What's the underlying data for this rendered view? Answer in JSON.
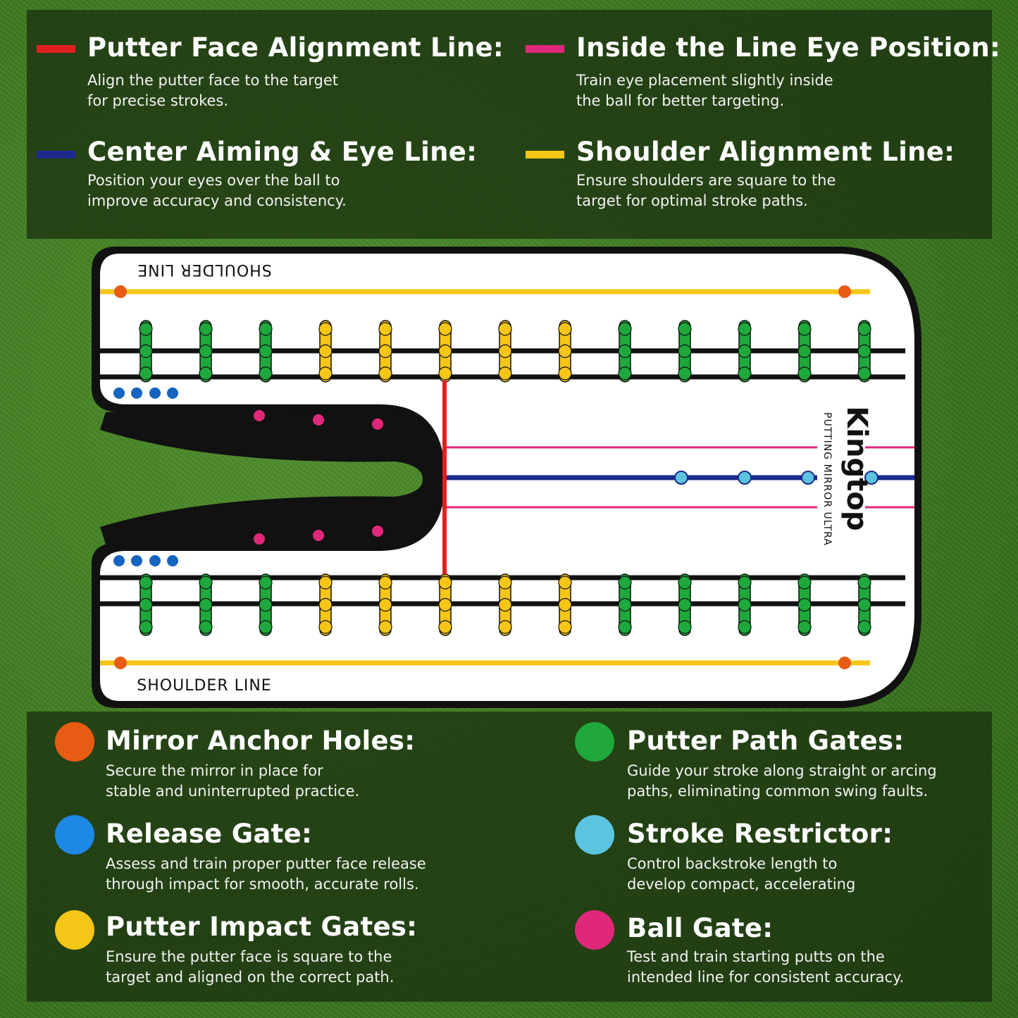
{
  "colors": {
    "red": "#e02020",
    "magenta": "#e0287a",
    "blue": "#1b2a8c",
    "yellow": "#f5c518",
    "orange": "#e85b12",
    "green": "#1fa83c",
    "release_blue": "#1e88e5",
    "restrictor_cyan": "#5cc4de",
    "ball_magenta": "#e0287a"
  },
  "legend_top": [
    {
      "title": "Putter Face Alignment Line:",
      "desc_1": "Align the putter face to the target",
      "desc_2": "for precise strokes.",
      "color": "#e02020"
    },
    {
      "title": "Inside the Line Eye Position:",
      "desc_1": "Train eye placement slightly inside",
      "desc_2": "the ball for better targeting.",
      "color": "#e0287a"
    },
    {
      "title": "Center Aiming & Eye Line:",
      "desc_1": "Position your eyes over the ball to",
      "desc_2": "improve accuracy and consistency.",
      "color": "#1b2a8c"
    },
    {
      "title": "Shoulder Alignment Line:",
      "desc_1": "Ensure shoulders are square to the",
      "desc_2": "target for optimal stroke paths.",
      "color": "#f5c518"
    }
  ],
  "legend_bottom": [
    {
      "title": "Mirror Anchor Holes:",
      "desc_1": "Secure the mirror in place for",
      "desc_2": "stable and uninterrupted practice.",
      "color": "#e85b12"
    },
    {
      "title": "Putter Path Gates:",
      "desc_1": "Guide your stroke along straight or arcing",
      "desc_2": "paths, eliminating common swing faults.",
      "color": "#1fa83c"
    },
    {
      "title": "Release Gate:",
      "desc_1": "Assess and train proper putter face release",
      "desc_2": "through impact for smooth, accurate rolls.",
      "color": "#1e88e5"
    },
    {
      "title": "Stroke Restrictor:",
      "desc_1": "Control backstroke length to",
      "desc_2": "develop compact, accelerating",
      "color": "#5cc4de"
    },
    {
      "title": "Putter Impact Gates:",
      "desc_1": "Ensure the putter face is square to the",
      "desc_2": "target and aligned on the correct path.",
      "color": "#f5c518"
    },
    {
      "title": "Ball Gate:",
      "desc_1": "Test and train starting putts on the",
      "desc_2": "intended line for consistent accuracy.",
      "color": "#e0287a"
    }
  ],
  "mat": {
    "shoulder_label_top": "SHOULDER LINE",
    "shoulder_label_bottom": "SHOULDER LINE",
    "brand_name": "Kingtop",
    "brand_sub": "PUTTING MIRROR ULTRA",
    "gate_colors": [
      "green",
      "green",
      "green",
      "yellow",
      "yellow",
      "yellow",
      "yellow",
      "yellow",
      "green",
      "green",
      "green",
      "green",
      "green"
    ]
  }
}
